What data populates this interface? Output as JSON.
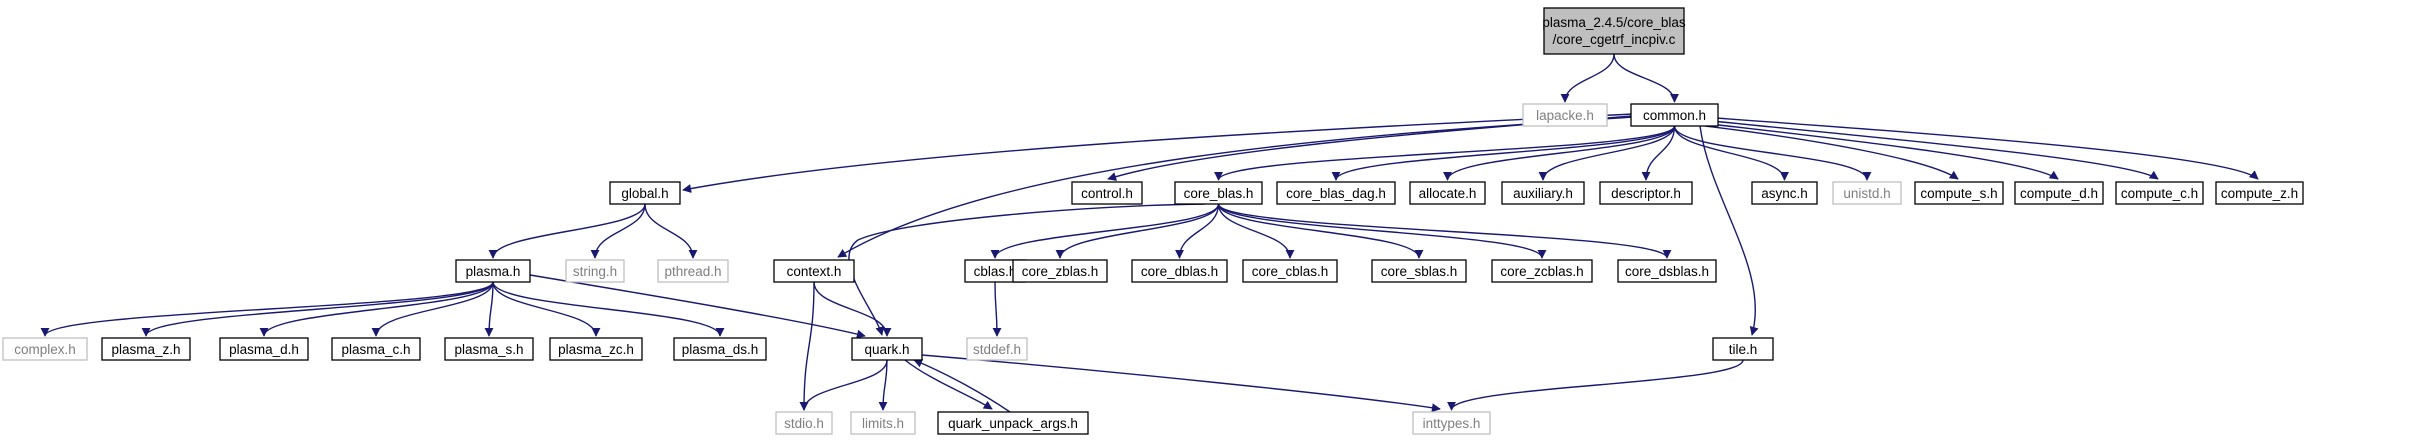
{
  "colors": {
    "edge": "#191970",
    "node_border": "#000000",
    "external_border": "#bfbfbf",
    "root_fill": "#bfbfbf",
    "node_fill": "#ffffff"
  },
  "nodes": {
    "root": {
      "label": "plasma_2.4.5/core_blas",
      "label2": "/core_cgetrf_incpiv.c",
      "kind": "root"
    },
    "lapacke": {
      "label": "lapacke.h",
      "kind": "external"
    },
    "common": {
      "label": "common.h",
      "kind": "normal"
    },
    "global": {
      "label": "global.h",
      "kind": "normal"
    },
    "context": {
      "label": "context.h",
      "kind": "normal"
    },
    "control": {
      "label": "control.h",
      "kind": "normal"
    },
    "core_blas": {
      "label": "core_blas.h",
      "kind": "normal"
    },
    "core_blas_dag": {
      "label": "core_blas_dag.h",
      "kind": "normal"
    },
    "allocate": {
      "label": "allocate.h",
      "kind": "normal"
    },
    "auxiliary": {
      "label": "auxiliary.h",
      "kind": "normal"
    },
    "descriptor": {
      "label": "descriptor.h",
      "kind": "normal"
    },
    "async": {
      "label": "async.h",
      "kind": "normal"
    },
    "unistd": {
      "label": "unistd.h",
      "kind": "external"
    },
    "compute_s": {
      "label": "compute_s.h",
      "kind": "normal"
    },
    "compute_d": {
      "label": "compute_d.h",
      "kind": "normal"
    },
    "compute_c": {
      "label": "compute_c.h",
      "kind": "normal"
    },
    "compute_z": {
      "label": "compute_z.h",
      "kind": "normal"
    },
    "plasma": {
      "label": "plasma.h",
      "kind": "normal"
    },
    "string": {
      "label": "string.h",
      "kind": "external"
    },
    "pthread": {
      "label": "pthread.h",
      "kind": "external"
    },
    "complex": {
      "label": "complex.h",
      "kind": "external"
    },
    "plasma_z": {
      "label": "plasma_z.h",
      "kind": "normal"
    },
    "plasma_d": {
      "label": "plasma_d.h",
      "kind": "normal"
    },
    "plasma_c": {
      "label": "plasma_c.h",
      "kind": "normal"
    },
    "plasma_s": {
      "label": "plasma_s.h",
      "kind": "normal"
    },
    "plasma_zc": {
      "label": "plasma_zc.h",
      "kind": "normal"
    },
    "plasma_ds": {
      "label": "plasma_ds.h",
      "kind": "normal"
    },
    "quark": {
      "label": "quark.h",
      "kind": "normal"
    },
    "stdio": {
      "label": "stdio.h",
      "kind": "external"
    },
    "limits": {
      "label": "limits.h",
      "kind": "external"
    },
    "quark_unpack": {
      "label": "quark_unpack_args.h",
      "kind": "normal"
    },
    "inttypes": {
      "label": "inttypes.h",
      "kind": "external"
    },
    "cblas": {
      "label": "cblas.h",
      "kind": "normal"
    },
    "stddef": {
      "label": "stddef.h",
      "kind": "external"
    },
    "core_zblas": {
      "label": "core_zblas.h",
      "kind": "normal"
    },
    "core_dblas": {
      "label": "core_dblas.h",
      "kind": "normal"
    },
    "core_cblas": {
      "label": "core_cblas.h",
      "kind": "normal"
    },
    "core_sblas": {
      "label": "core_sblas.h",
      "kind": "normal"
    },
    "core_zcblas": {
      "label": "core_zcblas.h",
      "kind": "normal"
    },
    "core_dsblas": {
      "label": "core_dsblas.h",
      "kind": "normal"
    },
    "tile": {
      "label": "tile.h",
      "kind": "normal"
    }
  },
  "edges": [
    [
      "root",
      "lapacke"
    ],
    [
      "root",
      "common"
    ],
    [
      "common",
      "global"
    ],
    [
      "common",
      "context"
    ],
    [
      "common",
      "control"
    ],
    [
      "common",
      "core_blas"
    ],
    [
      "common",
      "core_blas_dag"
    ],
    [
      "common",
      "allocate"
    ],
    [
      "common",
      "auxiliary"
    ],
    [
      "common",
      "descriptor"
    ],
    [
      "common",
      "async"
    ],
    [
      "common",
      "unistd"
    ],
    [
      "common",
      "compute_s"
    ],
    [
      "common",
      "compute_d"
    ],
    [
      "common",
      "compute_c"
    ],
    [
      "common",
      "compute_z"
    ],
    [
      "common",
      "tile"
    ],
    [
      "global",
      "plasma"
    ],
    [
      "global",
      "string"
    ],
    [
      "global",
      "pthread"
    ],
    [
      "plasma",
      "complex"
    ],
    [
      "plasma",
      "plasma_z"
    ],
    [
      "plasma",
      "plasma_d"
    ],
    [
      "plasma",
      "plasma_c"
    ],
    [
      "plasma",
      "plasma_s"
    ],
    [
      "plasma",
      "plasma_zc"
    ],
    [
      "plasma",
      "plasma_ds"
    ],
    [
      "plasma",
      "quark"
    ],
    [
      "context",
      "quark"
    ],
    [
      "context",
      "stdio"
    ],
    [
      "core_blas",
      "quark"
    ],
    [
      "core_blas",
      "cblas"
    ],
    [
      "core_blas",
      "core_zblas"
    ],
    [
      "core_blas",
      "core_dblas"
    ],
    [
      "core_blas",
      "core_cblas"
    ],
    [
      "core_blas",
      "core_sblas"
    ],
    [
      "core_blas",
      "core_zcblas"
    ],
    [
      "core_blas",
      "core_dsblas"
    ],
    [
      "cblas",
      "stddef"
    ],
    [
      "quark",
      "stdio"
    ],
    [
      "quark",
      "limits"
    ],
    [
      "quark",
      "quark_unpack"
    ],
    [
      "quark",
      "inttypes"
    ],
    [
      "quark_unpack",
      "quark"
    ],
    [
      "tile",
      "inttypes"
    ]
  ]
}
